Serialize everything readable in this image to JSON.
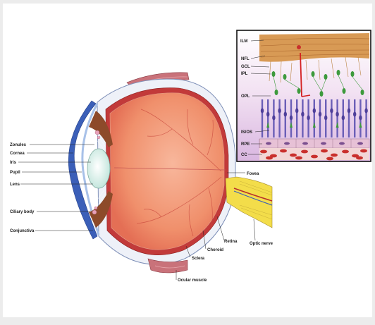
{
  "labels": {
    "zonules": "Zonules",
    "cornea": "Cornea",
    "iris": "Iris",
    "pupil": "Pupil",
    "lens": "Lens",
    "ciliary_body": "Ciliary body",
    "conjunctiva": "Conjunctiva",
    "fovea": "Fovea",
    "retina": "Retina",
    "choroid": "Choroid",
    "sclera": "Sclera",
    "optic_nerve": "Optic nerve",
    "ocular_muscle": "Ocular muscle"
  },
  "inset_labels": {
    "ilm": "ILM",
    "nfl": "NFL",
    "gcl": "GCL",
    "ipl": "IPL",
    "opl": "OPL",
    "is_os": "IS/OS",
    "rpe": "RPE",
    "cc": "CC"
  },
  "colors": {
    "eyeball": "#f0906c",
    "sclera": "#e9eef6",
    "choroid": "#c23a3a",
    "cornea_blue": "#3b5fb8",
    "muscle": "#c9727a",
    "nerve_yellow": "#f3dd4a",
    "nfl_orange": "#d89a55",
    "photoreceptor": "#6b5fb7",
    "cell_green": "#3d9a3d",
    "inset_pink": "#e6c9e8",
    "rpe": "#e7c1d6",
    "cc_red": "#c9302c"
  }
}
